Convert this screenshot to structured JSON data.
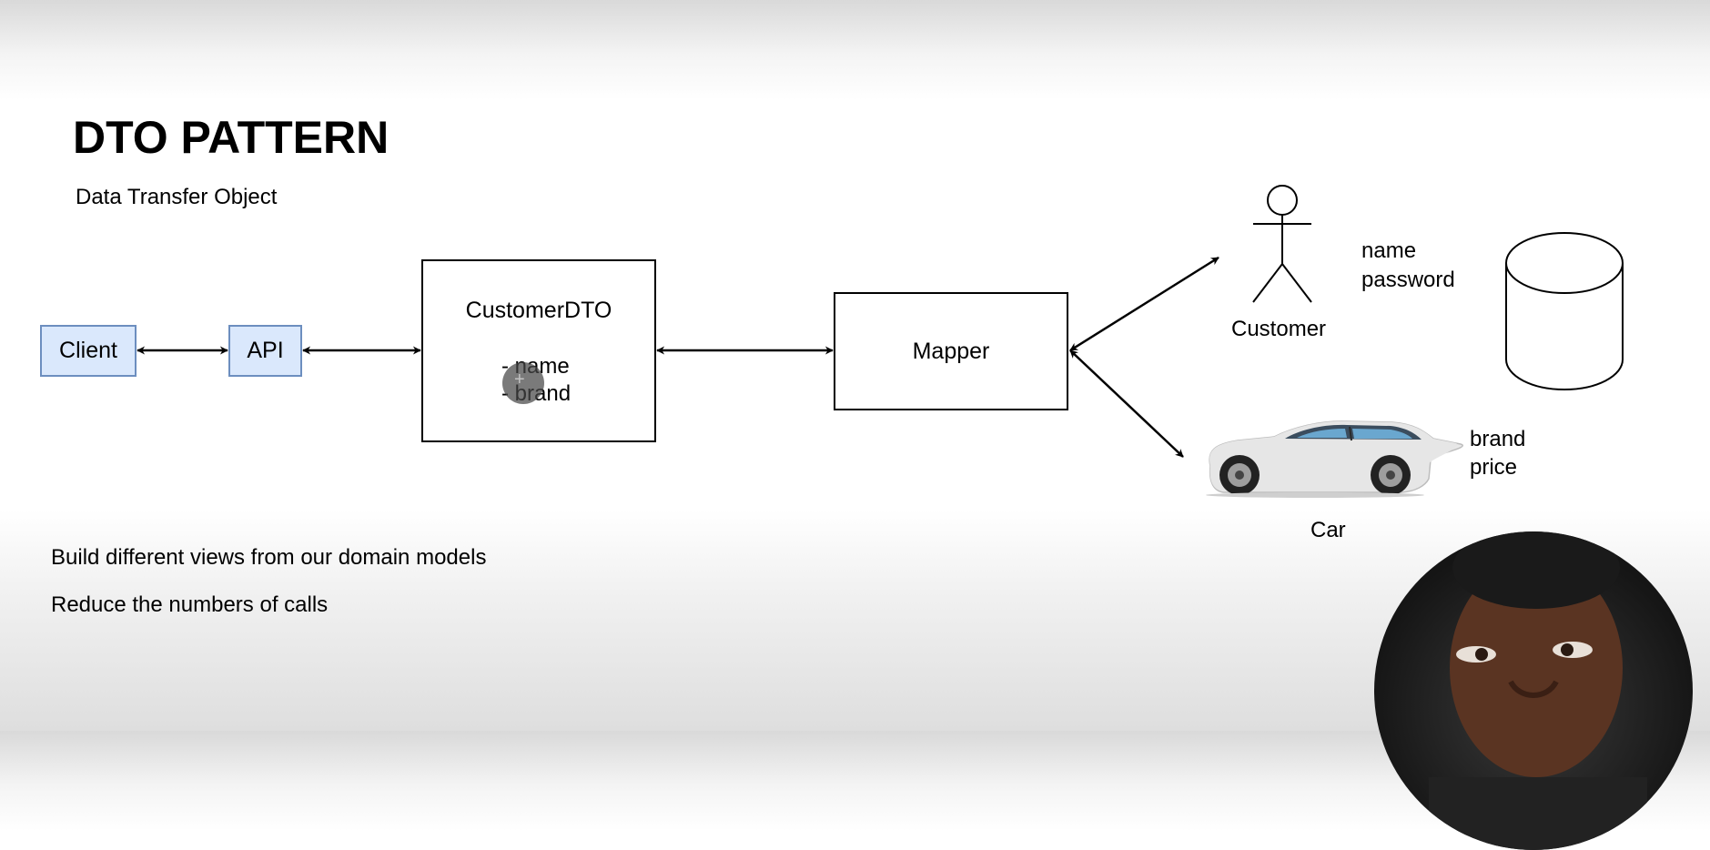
{
  "slide": {
    "title": "DTO PATTERN",
    "subtitle": "Data Transfer Object"
  },
  "diagram": {
    "client": "Client",
    "api": "API",
    "customer_dto": {
      "title": "CustomerDTO",
      "fields": [
        "- name",
        "- brand"
      ]
    },
    "mapper": "Mapper",
    "customer": {
      "label": "Customer",
      "attributes": [
        "name",
        "password"
      ]
    },
    "car": {
      "label": "Car",
      "attributes": [
        "brand",
        "price"
      ]
    }
  },
  "bullets": [
    "Build different views from our domain models",
    "Reduce the numbers of calls"
  ],
  "icons": [
    "stick-figure-icon",
    "database-cylinder-icon",
    "car-icon",
    "webcam-presenter"
  ],
  "colors": {
    "box_fill": "#dae8fc",
    "box_border": "#6c8ebf",
    "line": "#000000"
  }
}
